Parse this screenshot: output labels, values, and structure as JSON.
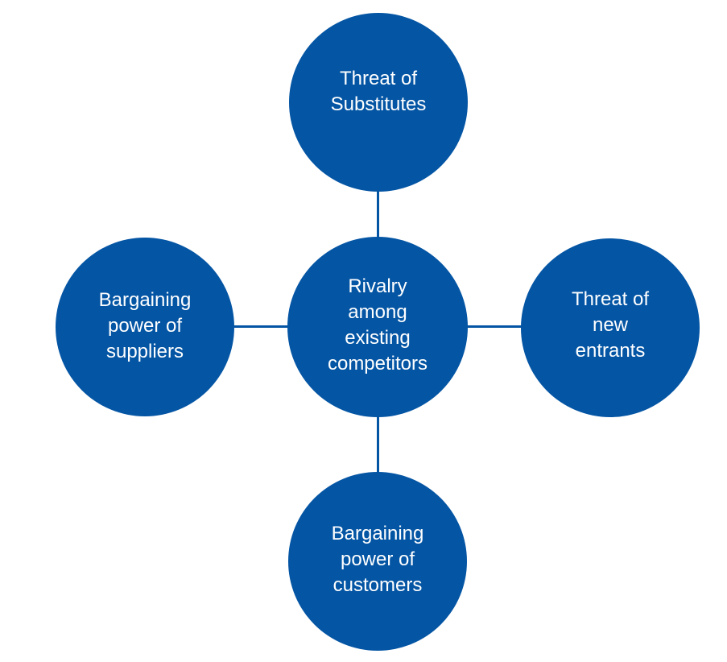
{
  "diagram": {
    "title": "Five Forces",
    "nodes": {
      "top": "Threat of\nSubstitutes",
      "center": "Rivalry\namong\nexisting\ncompetitors",
      "left": "Bargaining\npower of\nsuppliers",
      "right": "Threat of\nnew\nentrants",
      "bottom": "Bargaining\npower of\ncustomers"
    },
    "colors": {
      "node_fill": "#0455a4",
      "text": "#ffffff",
      "connector": "#0455a4"
    }
  }
}
